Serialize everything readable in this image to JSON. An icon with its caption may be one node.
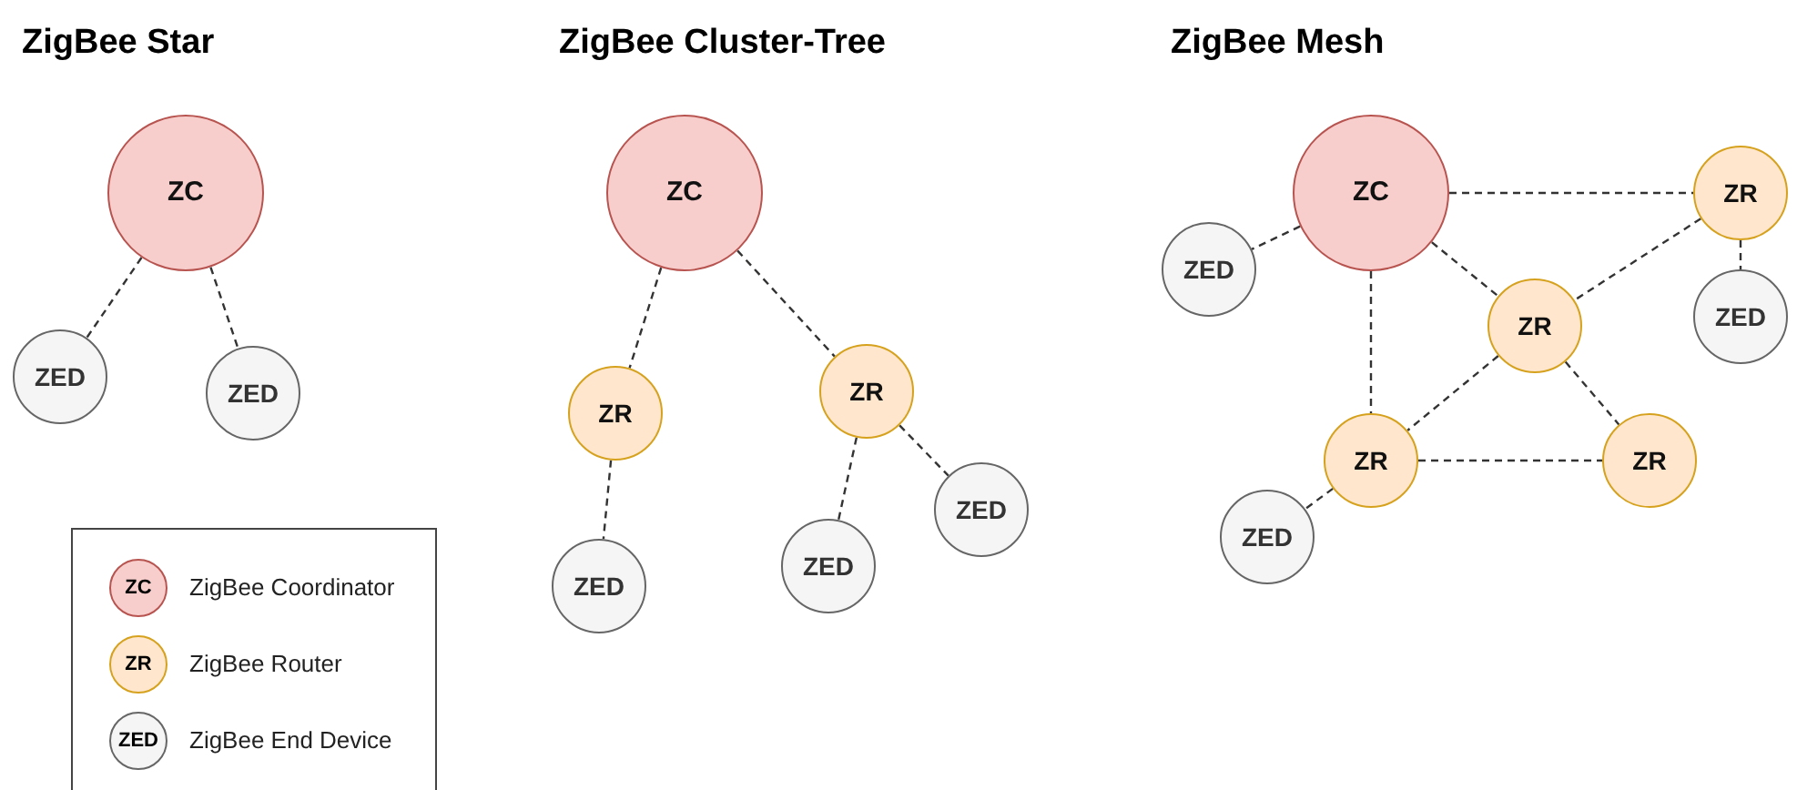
{
  "diagram": {
    "nodes": [
      {
        "text": [
          "ZC"
        ]
      },
      {
        "text": [
          "ZED"
        ]
      },
      {
        "text": [
          "ZED"
        ]
      },
      {
        "text": [
          "ZC"
        ]
      },
      {
        "text": [
          "ZR"
        ]
      },
      {
        "text": [
          "ZR"
        ]
      },
      {
        "text": [
          "ZED"
        ]
      },
      {
        "text": [
          "ZED"
        ]
      },
      {
        "text": [
          "ZED"
        ]
      },
      {
        "text": [
          "ZC"
        ]
      },
      {
        "text": [
          "ZR"
        ]
      },
      {
        "text": [
          "ZED"
        ]
      },
      {
        "text": [
          "ZED"
        ]
      },
      {
        "text": [
          "ZR"
        ]
      },
      {
        "text": [
          "ZR"
        ]
      },
      {
        "text": [
          "ZR"
        ]
      },
      {
        "text": [
          "ZED"
        ]
      }
    ],
    "edges": [
      {
        "from": 0,
        "to": 1,
        "arrow": "none",
        "style": "dashed"
      },
      {
        "from": 0,
        "to": 2,
        "arrow": "none",
        "style": "dashed"
      },
      {
        "from": 3,
        "to": 4,
        "arrow": "none",
        "style": "dashed"
      },
      {
        "from": 3,
        "to": 5,
        "arrow": "none",
        "style": "dashed"
      },
      {
        "from": 4,
        "to": 6,
        "arrow": "none",
        "style": "dashed"
      },
      {
        "from": 5,
        "to": 7,
        "arrow": "none",
        "style": "dashed"
      },
      {
        "from": 5,
        "to": 8,
        "arrow": "none",
        "style": "dashed"
      },
      {
        "from": 9,
        "to": 11,
        "arrow": "none",
        "style": "dashed"
      },
      {
        "from": 9,
        "to": 10,
        "arrow": "none",
        "style": "dashed"
      },
      {
        "from": 9,
        "to": 13,
        "arrow": "none",
        "style": "dashed"
      },
      {
        "from": 9,
        "to": 14,
        "arrow": "none",
        "style": "dashed"
      },
      {
        "from": 10,
        "to": 13,
        "arrow": "none",
        "style": "dashed"
      },
      {
        "from": 10,
        "to": 12,
        "arrow": "none",
        "style": "dashed"
      },
      {
        "from": 13,
        "to": 14,
        "arrow": "none",
        "style": "dashed"
      },
      {
        "from": 13,
        "to": 15,
        "arrow": "none",
        "style": "dashed"
      },
      {
        "from": 14,
        "to": 15,
        "arrow": "none",
        "style": "dashed"
      },
      {
        "from": 14,
        "to": 16,
        "arrow": "none",
        "style": "dashed"
      }
    ],
    "labels": [
      "ZigBee Star",
      "ZigBee Cluster-Tree",
      "ZigBee Mesh",
      "ZC",
      "ZR",
      "ZED"
    ],
    "legend": [
      {
        "text": "ZigBee Coordinator",
        "color": "#f8cecc"
      },
      {
        "text": "ZigBee Router",
        "color": "#ffe6cc"
      },
      {
        "text": "ZigBee End Device",
        "color": "#f5f5f5"
      }
    ]
  }
}
